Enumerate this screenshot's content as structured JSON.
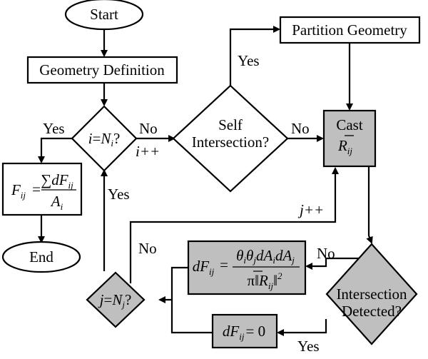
{
  "nodes": {
    "start": "Start",
    "geometry_definition": "Geometry Definition",
    "partition_geometry": "Partition Geometry",
    "self_intersection_line1": "Self",
    "self_intersection_line2": "Intersection?",
    "cast_line1": "Cast",
    "cast_vec": "R",
    "cast_sub": "ij",
    "i_check": {
      "var": "i",
      "eq": "=",
      "rhs": "N",
      "sub": "i",
      "q": "?"
    },
    "j_check": {
      "var": "j",
      "eq": "=",
      "rhs": "N",
      "sub": "j",
      "q": "?"
    },
    "fij": {
      "lhs": "F",
      "lhs_sub": "ij",
      "eq": "=",
      "num": "∑dF",
      "num_sub": "ij",
      "den": "A",
      "den_sub": "i"
    },
    "dfij_formula": {
      "lhs": "dF",
      "lhs_sub": "ij",
      "eq": "=",
      "num": "θ",
      "num_rest": "θ",
      "num_tail": "dA",
      "num_tail2": "dA",
      "den_pi": "π‖",
      "den_r": "R",
      "den_r_sub": "ij",
      "den_close": "‖",
      "den_pow": "2",
      "s_i": "i",
      "s_j": "j"
    },
    "dfij_zero": {
      "lhs": "dF",
      "lhs_sub": "ij",
      "rhs": "= 0"
    },
    "intersection_detected_line1": "Intersection",
    "intersection_detected_line2": "Detected?",
    "end": "End"
  },
  "edge_labels": {
    "yes_left_i": "Yes",
    "no_right_i": "No",
    "i_increment": "i++",
    "yes_self": "Yes",
    "no_self": "No",
    "j_increment": "j++",
    "no_j": "No",
    "yes_j": "Yes",
    "no_intersection": "No",
    "yes_intersection": "Yes"
  },
  "colors": {
    "process_fill": "#bfbfbf",
    "plain_fill": "#ffffff",
    "stroke": "#000000"
  }
}
